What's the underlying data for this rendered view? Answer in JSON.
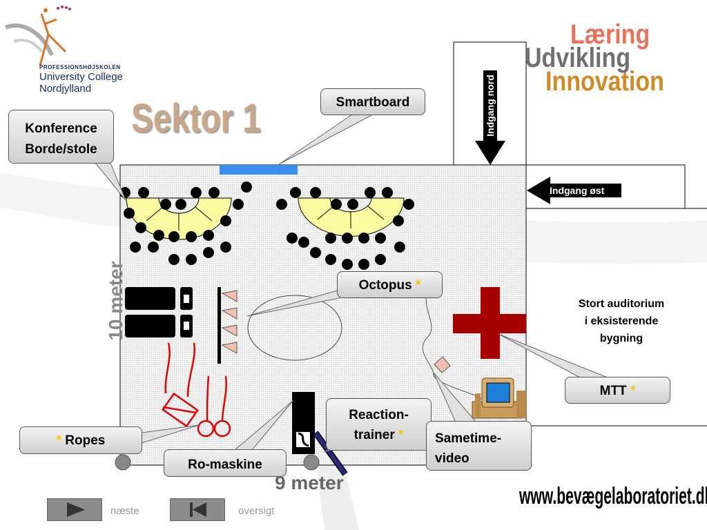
{
  "logo": {
    "line1": "PROFESSIONSHØJSKOLEN",
    "line2": "University College",
    "line3": "Nordjylland"
  },
  "tagline": {
    "learning": "Læring",
    "development": "Udvikling",
    "innovation": "Innovation"
  },
  "sector_title": "Sektor 1",
  "dimensions": {
    "height_label": "10 meter",
    "width_label": "9 meter"
  },
  "entrances": {
    "north": "Indgang nord",
    "east": "Indgang øst"
  },
  "auditorium": {
    "line1": "Stort auditorium",
    "line2": "i eksisterende",
    "line3": "bygning"
  },
  "callouts": {
    "smartboard": "Smartboard",
    "conference_line1": "Konference",
    "conference_line2": "Borde/stole",
    "octopus": "Octopus",
    "mtt": "MTT",
    "ropes": "Ropes",
    "row_machine": "Ro-maskine",
    "reaction_line1": "Reaction-",
    "reaction_line2": "trainer",
    "sametime_line1": "Sametime-",
    "sametime_line2": "video",
    "star": "*"
  },
  "nav": {
    "next": "næste",
    "overview": "oversigt"
  },
  "website": "www.bevægelaboratoriet.dk",
  "colors": {
    "red_cross": "#a80000",
    "smartboard": "#3a8ef0",
    "tables": "#fafaa0",
    "star": "#f5c400"
  }
}
